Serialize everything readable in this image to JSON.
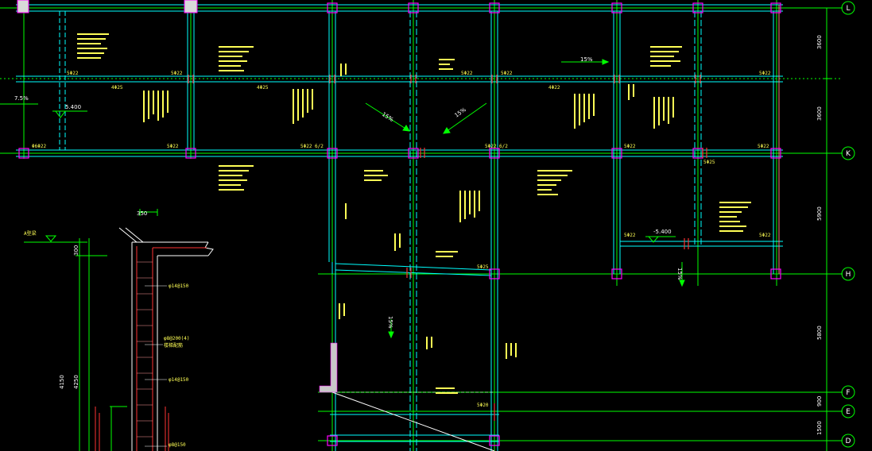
{
  "axes": {
    "right": [
      "L",
      "K",
      "H",
      "F",
      "E",
      "D"
    ]
  },
  "dims": {
    "right": [
      "3600",
      "3600",
      "5900",
      "5800",
      "900",
      "1500"
    ],
    "section": [
      "350",
      "300",
      "4150",
      "4250"
    ]
  },
  "slopes": [
    "7.5%",
    "15%",
    "15%",
    "15%",
    "15%",
    "15%"
  ],
  "elevations": [
    "5.400",
    "-5.400"
  ],
  "notes": {
    "section_ref": "A型梁",
    "steel1": "φ14@150",
    "steel2": "φ8@200(4)",
    "steel2b": "楼梯配筋",
    "steel3": "φ14@150",
    "steel4": "φ8@150"
  },
  "colors": {
    "grid": "#00ff00",
    "beam": "#00ffff",
    "column": "#ff00ff",
    "rebar": "#ff3333",
    "text": "#ffff55",
    "white": "#ffffff"
  }
}
